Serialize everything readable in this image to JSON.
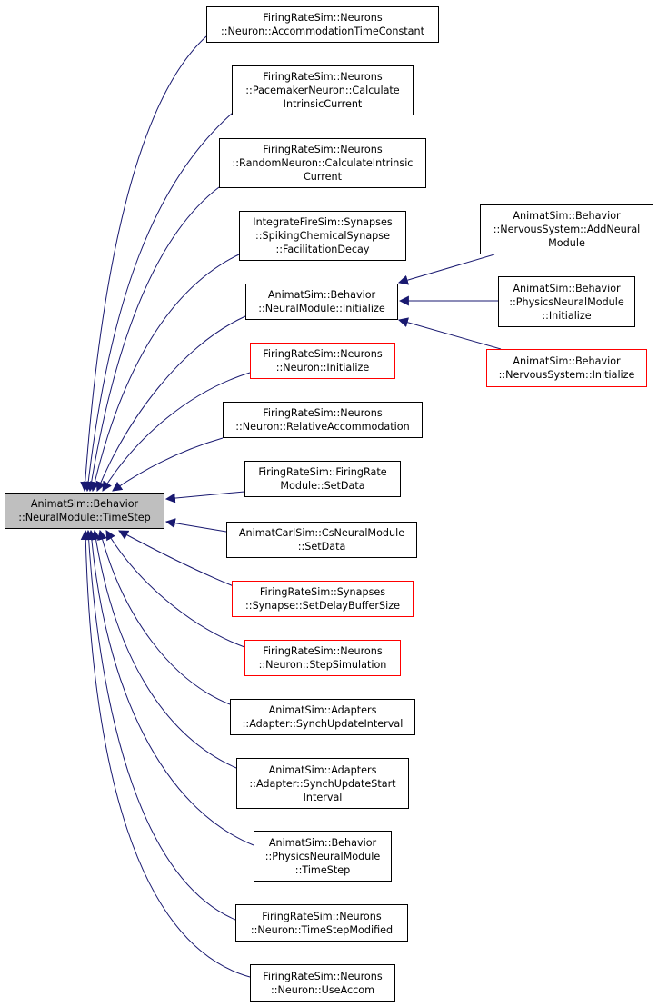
{
  "colors": {
    "edge": "#191970",
    "node_border": "#000000",
    "node_border_incomplete": "#ff0000",
    "root_fill": "#bfbfbf"
  },
  "root": {
    "label": "AnimatSim::Behavior\n::NeuralModule::TimeStep"
  },
  "callers": [
    {
      "label": "FiringRateSim::Neurons\n::Neuron::AccommodationTimeConstant",
      "incomplete": false
    },
    {
      "label": "FiringRateSim::Neurons\n::PacemakerNeuron::Calculate\nIntrinsicCurrent",
      "incomplete": false
    },
    {
      "label": "FiringRateSim::Neurons\n::RandomNeuron::CalculateIntrinsic\nCurrent",
      "incomplete": false
    },
    {
      "label": "IntegrateFireSim::Synapses\n::SpikingChemicalSynapse\n::FacilitationDecay",
      "incomplete": false
    },
    {
      "label": "AnimatSim::Behavior\n::NeuralModule::Initialize",
      "incomplete": false
    },
    {
      "label": "FiringRateSim::Neurons\n::Neuron::Initialize",
      "incomplete": true
    },
    {
      "label": "FiringRateSim::Neurons\n::Neuron::RelativeAccommodation",
      "incomplete": false
    },
    {
      "label": "FiringRateSim::FiringRate\nModule::SetData",
      "incomplete": false
    },
    {
      "label": "AnimatCarlSim::CsNeuralModule\n::SetData",
      "incomplete": false
    },
    {
      "label": "FiringRateSim::Synapses\n::Synapse::SetDelayBufferSize",
      "incomplete": true
    },
    {
      "label": "FiringRateSim::Neurons\n::Neuron::StepSimulation",
      "incomplete": true
    },
    {
      "label": "AnimatSim::Adapters\n::Adapter::SynchUpdateInterval",
      "incomplete": false
    },
    {
      "label": "AnimatSim::Adapters\n::Adapter::SynchUpdateStart\nInterval",
      "incomplete": false
    },
    {
      "label": "AnimatSim::Behavior\n::PhysicsNeuralModule\n::TimeStep",
      "incomplete": false
    },
    {
      "label": "FiringRateSim::Neurons\n::Neuron::TimeStepModified",
      "incomplete": false
    },
    {
      "label": "FiringRateSim::Neurons\n::Neuron::UseAccom",
      "incomplete": false
    }
  ],
  "initialize_callers": [
    {
      "label": "AnimatSim::Behavior\n::NervousSystem::AddNeural\nModule",
      "incomplete": false
    },
    {
      "label": "AnimatSim::Behavior\n::PhysicsNeuralModule\n::Initialize",
      "incomplete": false
    },
    {
      "label": "AnimatSim::Behavior\n::NervousSystem::Initialize",
      "incomplete": true
    }
  ]
}
